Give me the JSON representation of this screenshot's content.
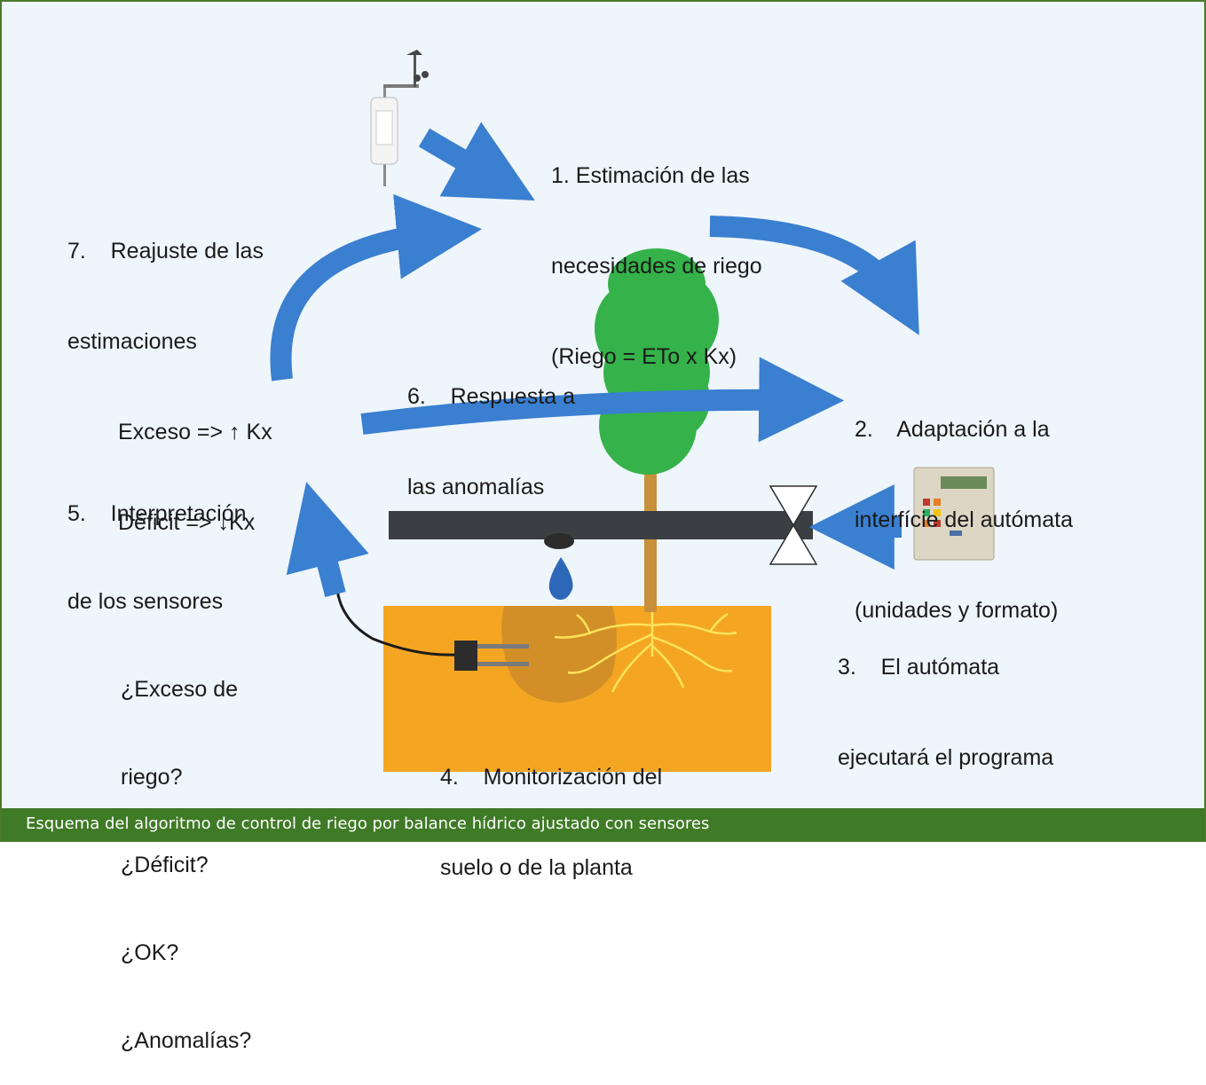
{
  "colors": {
    "arrow": "#3a7fd0",
    "tree": "#35b24a",
    "trunk": "#c8903a",
    "soil": "#f4a622",
    "pipe": "#3b3f44",
    "caption_bg": "#3f7a26",
    "frame": "#4a7a2a"
  },
  "icons": [
    "weather-station-icon",
    "tree-icon",
    "valve-icon",
    "controller-icon",
    "dripper-icon",
    "water-drop-icon",
    "sensor-probe-icon",
    "roots-icon"
  ],
  "steps": {
    "step1": [
      "1. Estimación de las",
      "necesidades de riego",
      "(Riego = ETo x Kx)"
    ],
    "step2": [
      "2.    Adaptación a la",
      "interfície del autómata",
      "(unidades y formato)"
    ],
    "step3": [
      "3.    El autómata",
      "ejecutará el programa"
    ],
    "step4": [
      "4.    Monitorización del",
      "suelo o de la planta"
    ],
    "step5": [
      "5.    Interpretación",
      "de los sensores",
      "¿Exceso de",
      "riego?",
      "¿Déficit?",
      "¿OK?",
      "¿Anomalías?"
    ],
    "step6": [
      "6.    Respuesta a",
      "las anomalías"
    ],
    "step7": [
      "7.    Reajuste de las",
      "estimaciones",
      "Exceso => ↑ Kx",
      "Déficit => ↓Kx"
    ]
  },
  "caption": "Esquema del algoritmo de control de riego por balance hídrico ajustado con sensores"
}
